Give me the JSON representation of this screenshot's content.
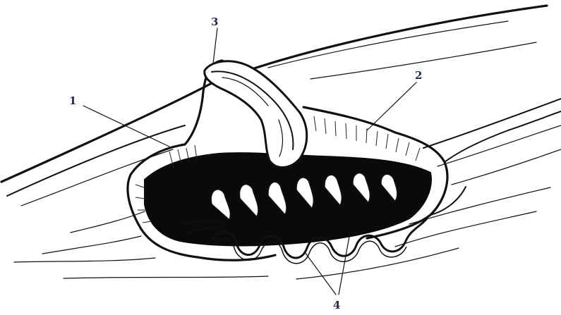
{
  "labels": [
    {
      "id": "1",
      "text": "1"
    },
    {
      "id": "2",
      "text": "2"
    },
    {
      "id": "3",
      "text": "3"
    },
    {
      "id": "4",
      "text": "4"
    }
  ]
}
